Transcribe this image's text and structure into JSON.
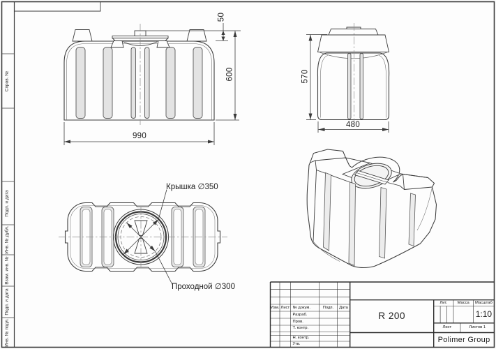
{
  "drawing": {
    "left_column_labels": {
      "sprav": "Справ. №",
      "podp1": "Подп. и дата",
      "inv_dubl": "Инв. № дубл.",
      "vzam": "Взам. инв. №",
      "podp2": "Подп. и дата",
      "inv_podl": "Инв. № подл."
    },
    "dimensions": {
      "front_width": "990",
      "front_height": "600",
      "lid_height": "50",
      "side_height": "570",
      "side_width": "480"
    },
    "callouts": {
      "lid": "Крышка ∅350",
      "outlet": "Проходной ∅300"
    },
    "title_block": {
      "col_izm": "Изм.",
      "col_list": "Лист",
      "col_doc": "№ докум.",
      "col_podp": "Подп.",
      "col_data": "Дата",
      "row_razrab": "Разраб.",
      "row_prov": "Пров.",
      "row_tkontr": "Т. контр.",
      "row_nkontr": "Н. контр.",
      "row_utv": "Утв.",
      "part_name": "R 200",
      "lit": "Лит.",
      "mass": "Масса",
      "scale": "Масштаб",
      "scale_value": "1:10",
      "sheet": "Лист",
      "sheets": "Листов 1",
      "company": "Polimer Group"
    }
  }
}
